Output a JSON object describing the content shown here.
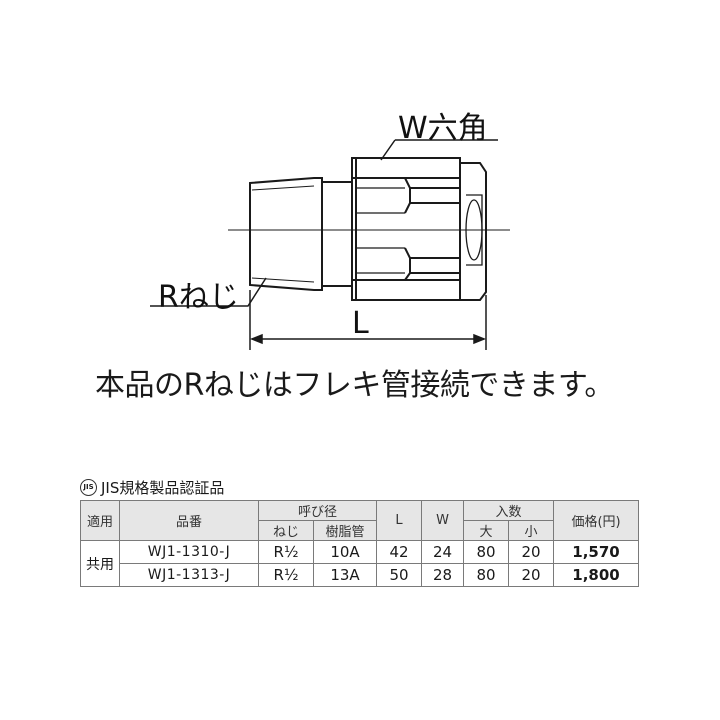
{
  "drawing": {
    "label_hex": "W六角",
    "label_thread": "Rねじ",
    "label_length": "L"
  },
  "caption": "本品のRねじはフレキ管接続できます。",
  "certification": {
    "mark": "JIS",
    "text": "JIS規格製品認証品"
  },
  "table": {
    "headers": {
      "application": "適用",
      "part_number": "品番",
      "nominal": "呼び径",
      "thread": "ねじ",
      "resin_pipe": "樹脂管",
      "l": "L",
      "w": "W",
      "quantity": "入数",
      "large": "大",
      "small": "小",
      "price": "価格(円)"
    },
    "group_label": "共用",
    "rows": [
      {
        "part_number": "WJ1-1310-J",
        "thread": "R½",
        "resin_pipe": "10A",
        "l": "42",
        "w": "24",
        "large": "80",
        "small": "20",
        "price": "1,570"
      },
      {
        "part_number": "WJ1-1313-J",
        "thread": "R½",
        "resin_pipe": "13A",
        "l": "50",
        "w": "28",
        "large": "80",
        "small": "20",
        "price": "1,800"
      }
    ]
  }
}
